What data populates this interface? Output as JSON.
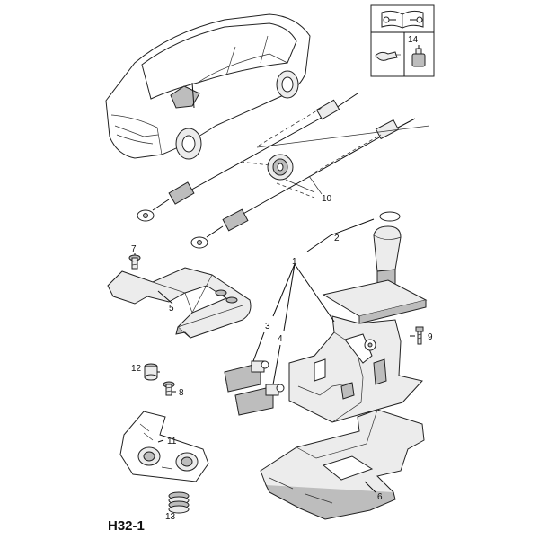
{
  "diagram_ref": "H32-1",
  "legend_box": {
    "part_number": "14",
    "icon": "wrench-book-icon"
  },
  "callouts": {
    "c1": "1",
    "c2": "2",
    "c3": "3",
    "c4": "4",
    "c5": "5",
    "c6": "6",
    "c7": "7",
    "c8": "8",
    "c9": "9",
    "c10": "10",
    "c11": "11",
    "c12": "12",
    "c13": "13"
  }
}
